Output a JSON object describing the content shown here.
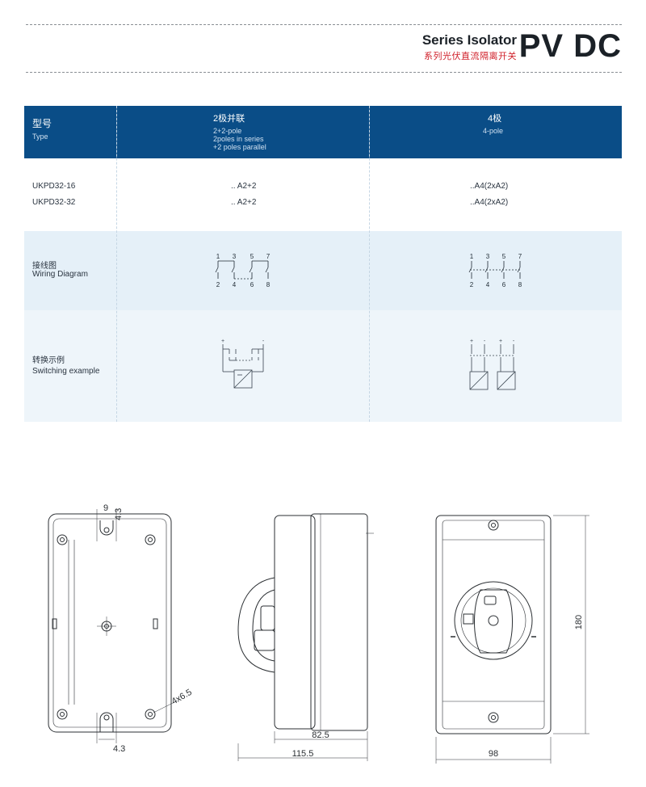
{
  "header": {
    "subtitle_en": "Series Isolator",
    "subtitle_cn": "系列光伏直流隔离开关",
    "title": "PV DC"
  },
  "table": {
    "col0": {
      "label_cn": "型号",
      "label_en": "Type"
    },
    "col1": {
      "title": "2极并联",
      "lines": [
        "2+2-pole",
        "2poles in series",
        "+2 poles parallel"
      ]
    },
    "col2": {
      "title": "4极",
      "lines": [
        "4-pole"
      ]
    },
    "rows": {
      "models": [
        "UKPD32-16",
        "UKPD32-32"
      ],
      "col1_values": [
        ".. A2+2",
        ".. A2+2"
      ],
      "col2_values": [
        "..A4(2xA2)",
        "..A4(2xA2)"
      ]
    },
    "wiring": {
      "label_cn": "接线图",
      "label_en": "Wiring Diagram"
    },
    "switching": {
      "label_cn": "转换示例",
      "label_en": "Switching example"
    },
    "wiring_top": [
      "1",
      "3",
      "5",
      "7"
    ],
    "wiring_bottom": [
      "2",
      "4",
      "6",
      "8"
    ],
    "plus_minus": [
      "+",
      "-"
    ]
  },
  "drawings": {
    "back": {
      "dim_9": "9",
      "dim_4_3_top": "4.3",
      "dim_4x6_5": "4x6.5",
      "dim_4_3_bottom": "4.3"
    },
    "side": {
      "dim_82_5": "82.5",
      "dim_115_5": "115.5"
    },
    "front": {
      "dim_180": "180",
      "dim_98": "98"
    }
  },
  "colors": {
    "table_header": "#0a4d87",
    "band": "#e5f0f8",
    "accent_red": "#d0202a"
  }
}
